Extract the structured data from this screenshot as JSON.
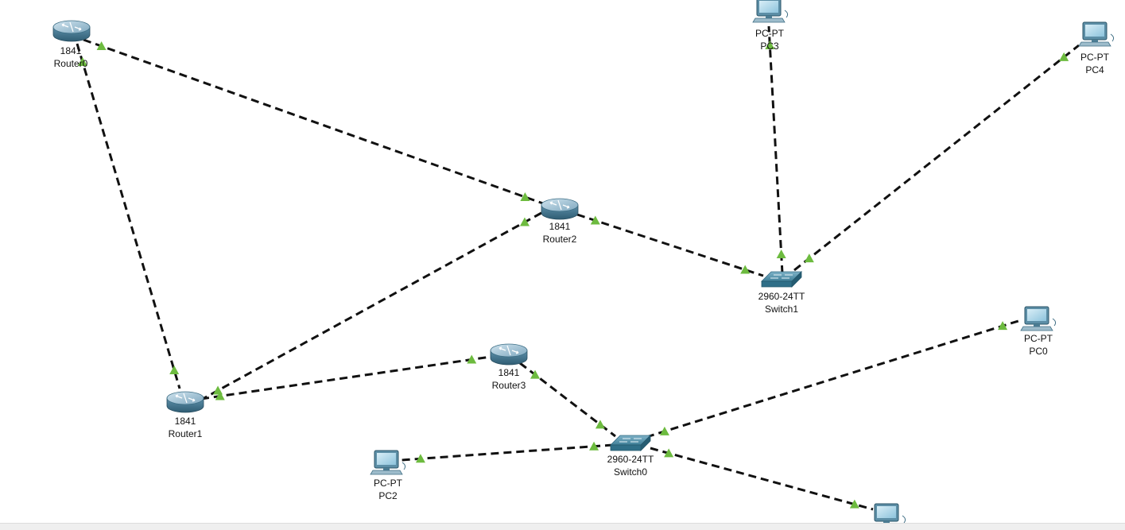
{
  "canvas": {
    "background": "#ffffff",
    "link_color": "#111111",
    "status_light_color": "#6dbb3f"
  },
  "devices": [
    {
      "id": "Router0",
      "kind": "router",
      "model": "1841",
      "name": "Router0",
      "icon": "router-icon"
    },
    {
      "id": "Router1",
      "kind": "router",
      "model": "1841",
      "name": "Router1",
      "icon": "router-icon"
    },
    {
      "id": "Router2",
      "kind": "router",
      "model": "1841",
      "name": "Router2",
      "icon": "router-icon"
    },
    {
      "id": "Router3",
      "kind": "router",
      "model": "1841",
      "name": "Router3",
      "icon": "router-icon"
    },
    {
      "id": "Switch0",
      "kind": "switch",
      "model": "2960-24TT",
      "name": "Switch0",
      "icon": "switch-icon"
    },
    {
      "id": "Switch1",
      "kind": "switch",
      "model": "2960-24TT",
      "name": "Switch1",
      "icon": "switch-icon"
    },
    {
      "id": "PC0",
      "kind": "pc",
      "model": "PC-PT",
      "name": "PC0",
      "icon": "pc-icon"
    },
    {
      "id": "PC1",
      "kind": "pc",
      "model": "",
      "name": "",
      "icon": "pc-icon"
    },
    {
      "id": "PC2",
      "kind": "pc",
      "model": "PC-PT",
      "name": "PC2",
      "icon": "pc-icon"
    },
    {
      "id": "PC3",
      "kind": "pc",
      "model": "PC-PT",
      "name": "PC3",
      "icon": "pc-icon"
    },
    {
      "id": "PC4",
      "kind": "pc",
      "model": "PC-PT",
      "name": "PC4",
      "icon": "pc-icon"
    }
  ],
  "links": [
    {
      "from": "Router0",
      "to": "Router2",
      "status": "up"
    },
    {
      "from": "Router0",
      "to": "Router1",
      "status": "up"
    },
    {
      "from": "Router2",
      "to": "Router1",
      "status": "up"
    },
    {
      "from": "Router2",
      "to": "Switch1",
      "status": "up"
    },
    {
      "from": "Router1",
      "to": "Router3",
      "status": "up"
    },
    {
      "from": "Router3",
      "to": "Switch0",
      "status": "up"
    },
    {
      "from": "Switch1",
      "to": "PC3",
      "status": "up"
    },
    {
      "from": "Switch1",
      "to": "PC4",
      "status": "up"
    },
    {
      "from": "Switch0",
      "to": "PC0",
      "status": "up"
    },
    {
      "from": "Switch0",
      "to": "PC2",
      "status": "up"
    },
    {
      "from": "Switch0",
      "to": "PC1",
      "status": "up"
    }
  ]
}
